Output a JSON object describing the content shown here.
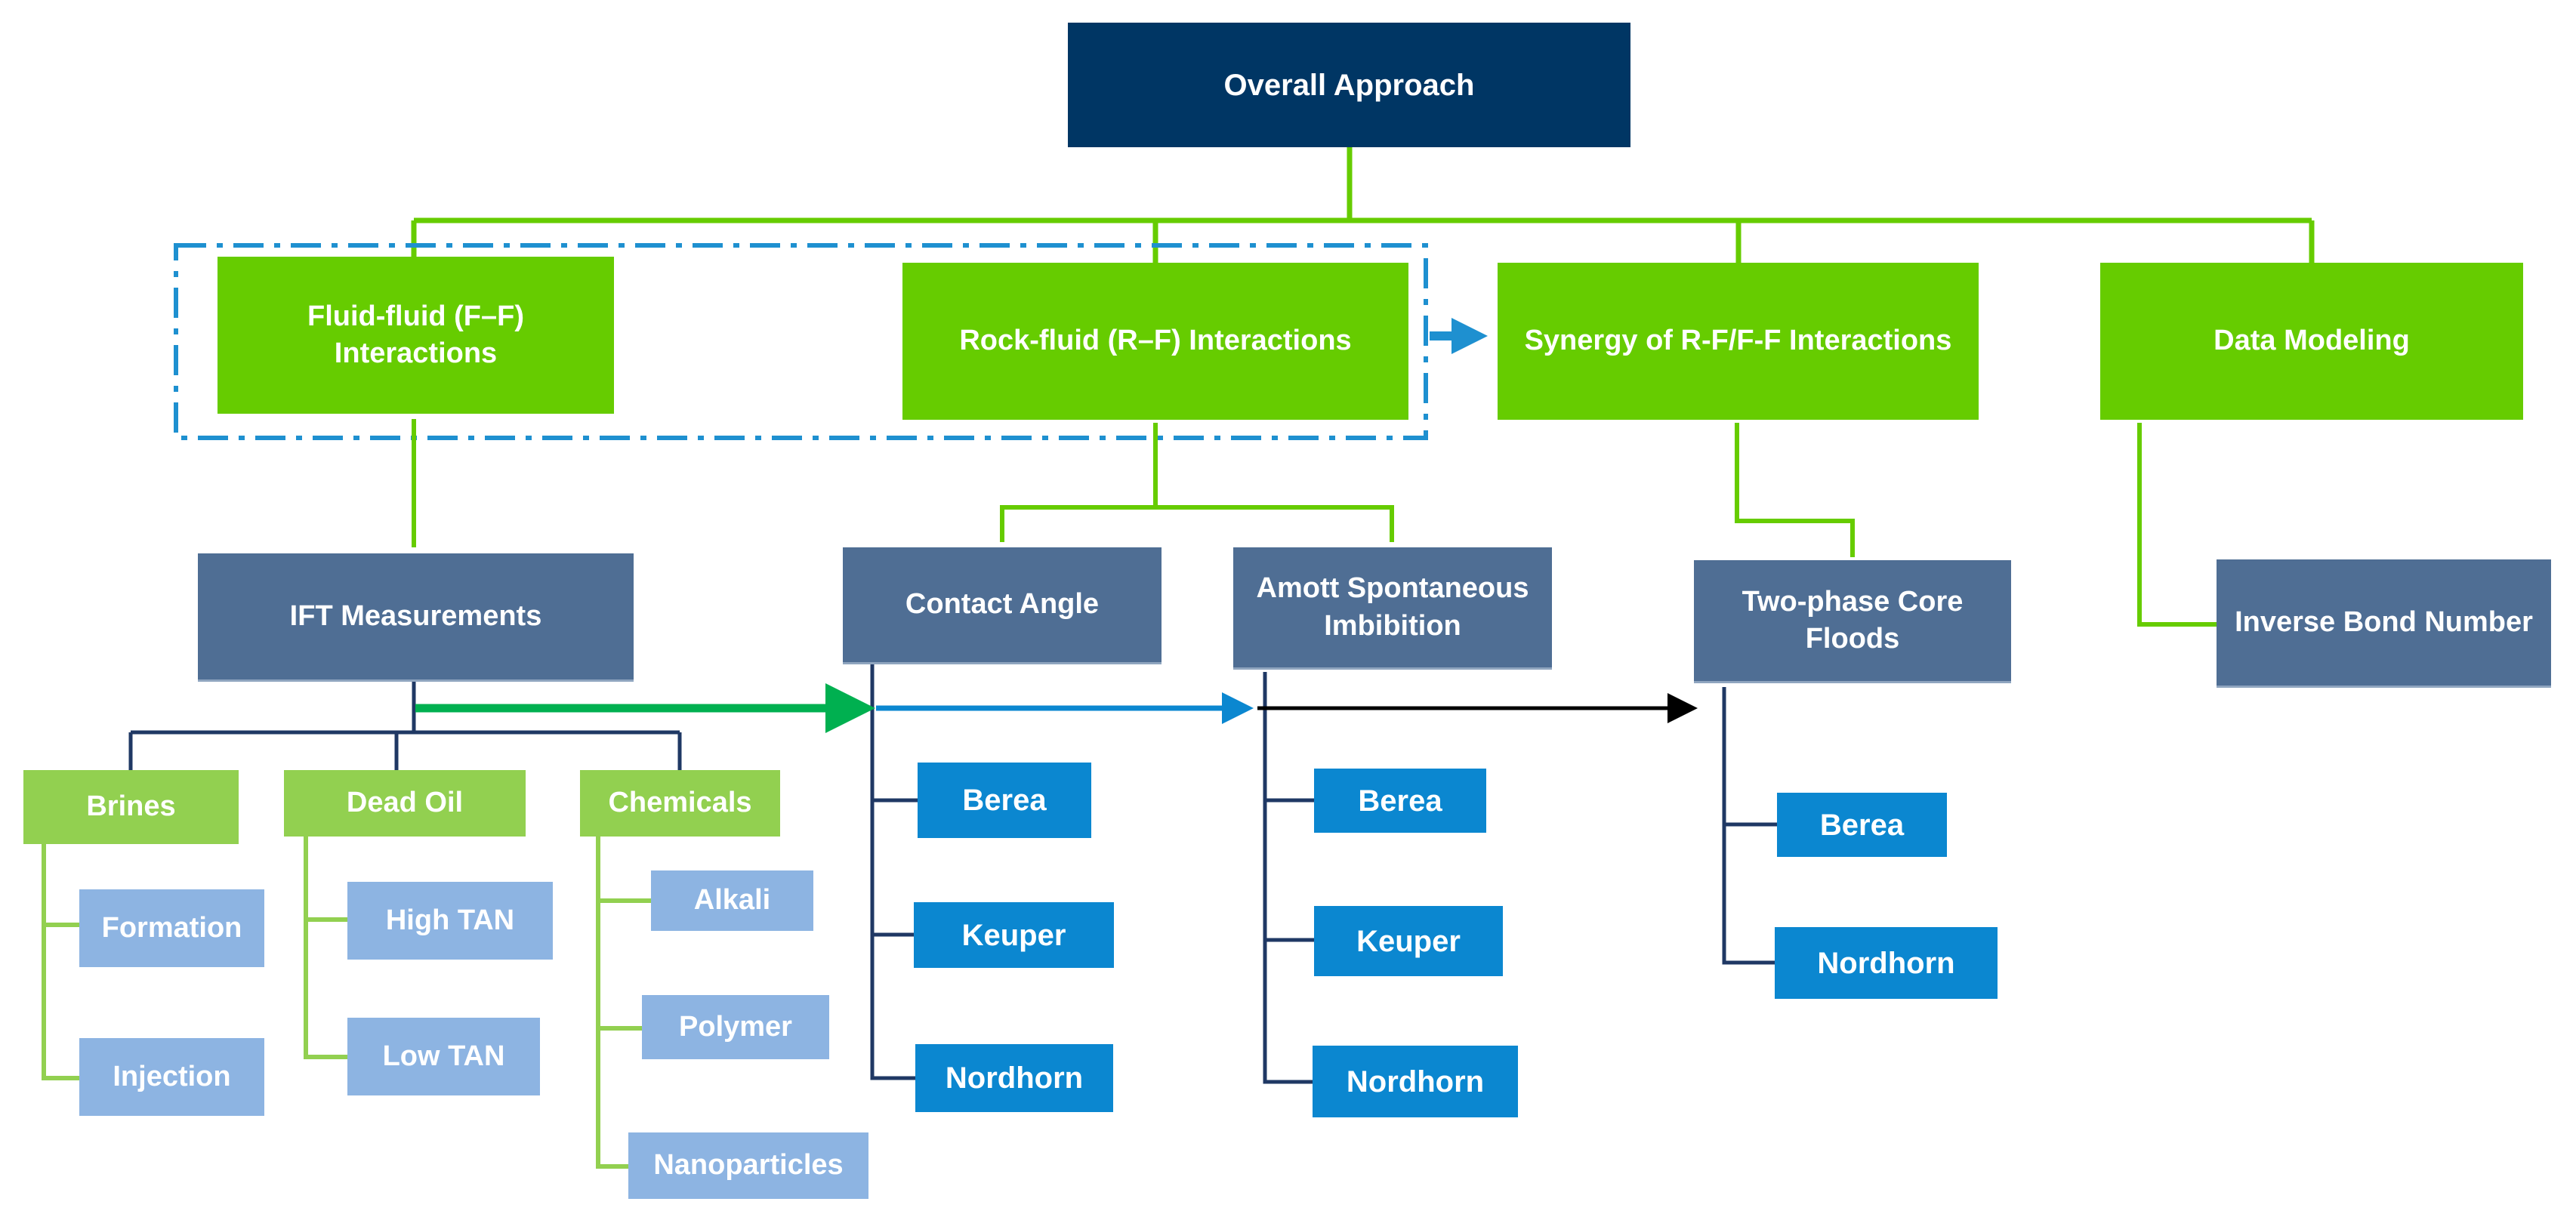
{
  "root": {
    "label": "Overall Approach"
  },
  "categories": {
    "fluid_fluid": "Fluid-fluid (F–F) Interactions",
    "rock_fluid": "Rock-fluid (R–F) Interactions",
    "synergy": "Synergy of R-F/F-F Interactions",
    "data_modeling": "Data Modeling"
  },
  "methods": {
    "ift": "IFT Measurements",
    "contact_angle": "Contact Angle",
    "amott": "Amott Spontaneous Imbibition",
    "core_floods": "Two-phase Core Floods",
    "inverse_bond": "Inverse Bond Number"
  },
  "fluids": {
    "brines": {
      "label": "Brines",
      "items": [
        "Formation",
        "Injection"
      ]
    },
    "dead_oil": {
      "label": "Dead Oil",
      "items": [
        "High TAN",
        "Low TAN"
      ]
    },
    "chemicals": {
      "label": "Chemicals",
      "items": [
        "Alkali",
        "Polymer",
        "Nanoparticles"
      ]
    }
  },
  "rocks": {
    "contact_angle": [
      "Berea",
      "Keuper",
      "Nordhorn"
    ],
    "amott": [
      "Berea",
      "Keuper",
      "Nordhorn"
    ],
    "core_floods": [
      "Berea",
      "Nordhorn"
    ]
  },
  "colors": {
    "root": "#003664",
    "category": "#66cc00",
    "method": "#4f6e94",
    "fluid_group": "#92d050",
    "fluid_item": "#8db4e2",
    "rock": "#0b87d0",
    "dashed_group": "#1e90d0",
    "arrow_green": "#00b050",
    "arrow_blue": "#0b87d0",
    "arrow_black": "#000000",
    "connector_green": "#66cc00",
    "connector_navy": "#1f3864"
  }
}
